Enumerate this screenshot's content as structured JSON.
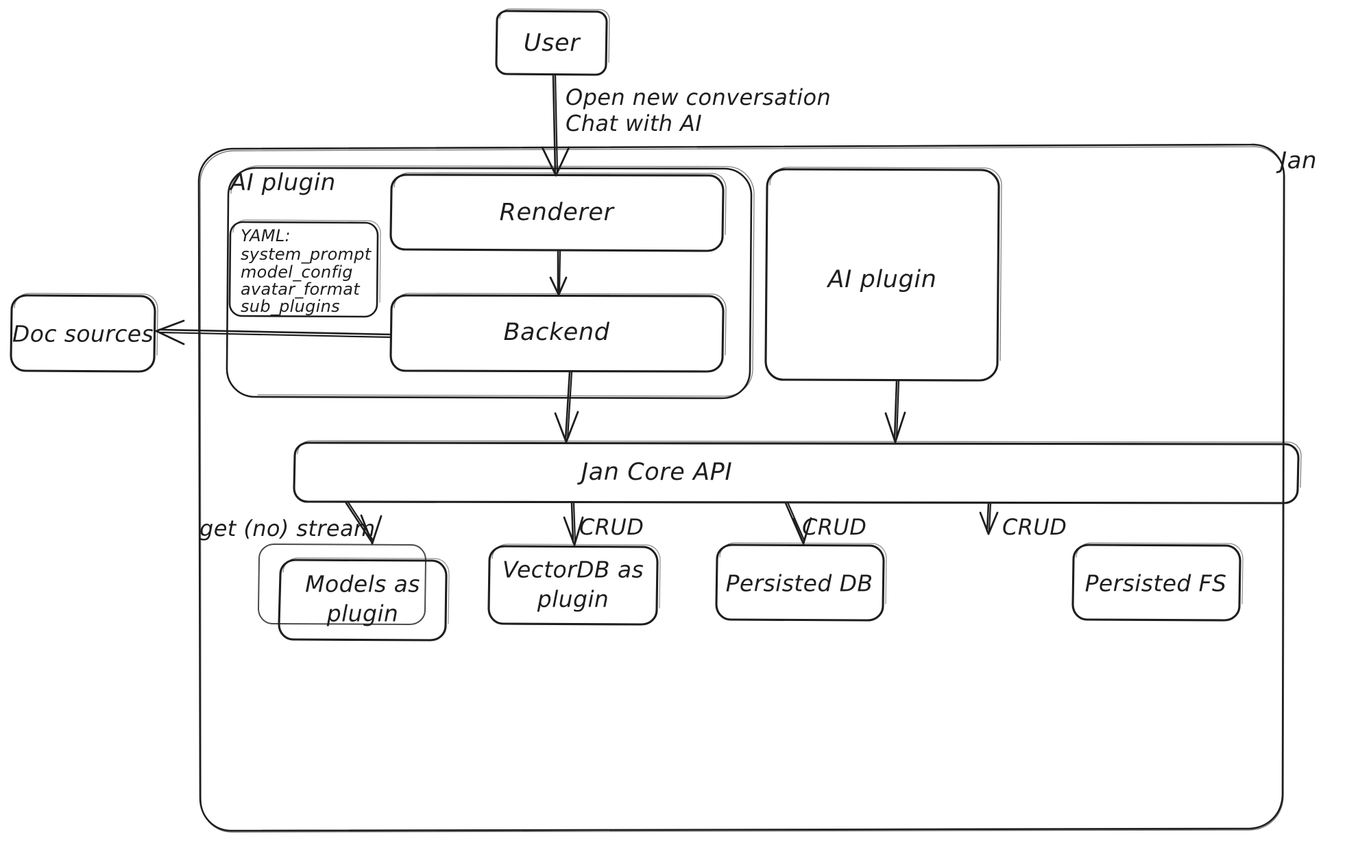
{
  "diagram": {
    "title": "Jan architecture overview",
    "style": "hand-drawn sketch",
    "background_color": "#ffffff",
    "stroke_color": "#1e1e1e"
  },
  "nodes": {
    "user": "User",
    "jan_container": "Jan",
    "ai_plugin_group": "AI plugin",
    "renderer": "Renderer",
    "backend": "Backend",
    "ai_plugin_right": "AI plugin",
    "doc_sources": "Doc sources",
    "jan_core_api": "Jan Core API",
    "models_plugin_line1": "Models as",
    "models_plugin_line2": "plugin",
    "vectordb_plugin_line1": "VectorDB as",
    "vectordb_plugin_line2": "plugin",
    "persisted_db": "Persisted DB",
    "persisted_fs": "Persisted FS"
  },
  "yaml_card": {
    "header": "YAML:",
    "keys": [
      "system_prompt",
      "model_config",
      "avatar_format",
      "sub_plugins"
    ]
  },
  "edge_labels": {
    "user_to_renderer_line1": "Open new conversation",
    "user_to_renderer_line2": "Chat with AI",
    "core_to_models": "get (no) stream",
    "core_to_vectordb": "CRUD",
    "core_to_persisted_db": "CRUD",
    "core_to_persisted_fs": "CRUD"
  },
  "edges": [
    {
      "from": "user",
      "to": "renderer",
      "label": "Open new conversation / Chat with AI"
    },
    {
      "from": "renderer",
      "to": "backend",
      "label": ""
    },
    {
      "from": "backend",
      "to": "doc_sources",
      "label": ""
    },
    {
      "from": "backend",
      "to": "jan_core_api",
      "label": ""
    },
    {
      "from": "ai_plugin_right",
      "to": "jan_core_api",
      "label": ""
    },
    {
      "from": "jan_core_api",
      "to": "models_plugin",
      "label": "get (no) stream"
    },
    {
      "from": "jan_core_api",
      "to": "vectordb_plugin",
      "label": "CRUD"
    },
    {
      "from": "jan_core_api",
      "to": "persisted_db",
      "label": "CRUD"
    },
    {
      "from": "jan_core_api",
      "to": "persisted_fs",
      "label": "CRUD"
    }
  ]
}
